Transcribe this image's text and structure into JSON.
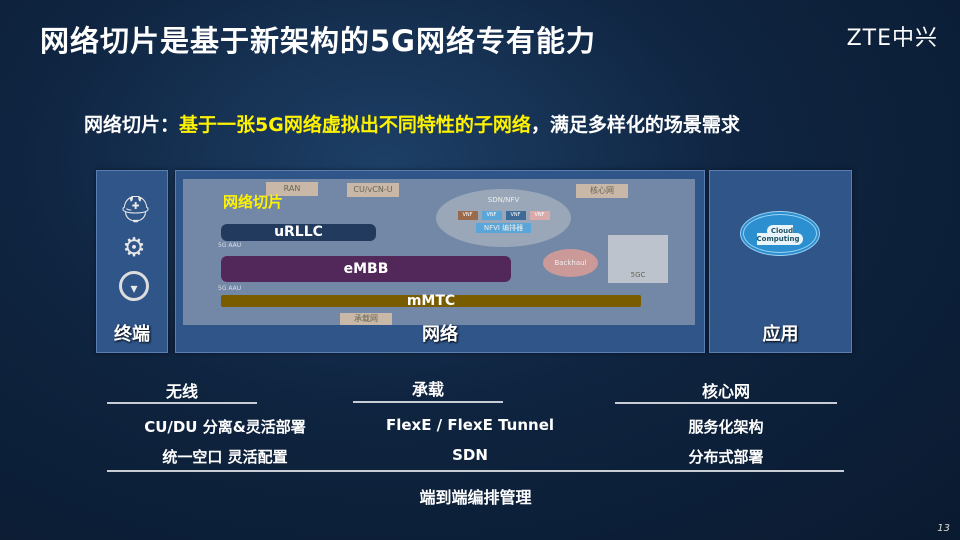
{
  "title": "网络切片是基于新架构的5G网络专有能力",
  "logo": "ZTE中兴",
  "subtitle": {
    "prefix": "网络切片：",
    "highlight": "基于一张5G网络虚拟出不同特性的子网络",
    "suffix": "，满足多样化的场景需求"
  },
  "panels": {
    "terminal": {
      "label": "终端",
      "icons": [
        "vr-headset-icon",
        "robot-arm-icon",
        "steering-wheel-icon"
      ]
    },
    "network": {
      "label": "网络",
      "slice_label": "网络切片",
      "slices": [
        {
          "name": "uRLLC",
          "color": "#223a5e"
        },
        {
          "name": "eMBB",
          "color": "#52285a"
        },
        {
          "name": "mMTC",
          "color": "#7a5c00"
        }
      ],
      "diagram": {
        "ran": "RAN",
        "cu": "CU/vCN-U",
        "core": "核心网",
        "sdn": "SDN/NFV",
        "vnf": "VNF",
        "nfvi": "NFVI 编排器",
        "backhaul": "Backhaul",
        "bearer": "承载网",
        "aau": "5G AAU",
        "fivegc": "5GC"
      }
    },
    "application": {
      "label": "应用",
      "cloud_text": "Cloud Computing"
    }
  },
  "columns": [
    {
      "header": "无线",
      "items": [
        "CU/DU   分离&灵活部署",
        "统一空口 灵活配置"
      ]
    },
    {
      "header": "承载",
      "items": [
        "FlexE / FlexE Tunnel",
        "SDN"
      ]
    },
    {
      "header": "核心网",
      "items": [
        "服务化架构",
        "分布式部署"
      ]
    }
  ],
  "footer": "端到端编排管理",
  "page_number": "13"
}
